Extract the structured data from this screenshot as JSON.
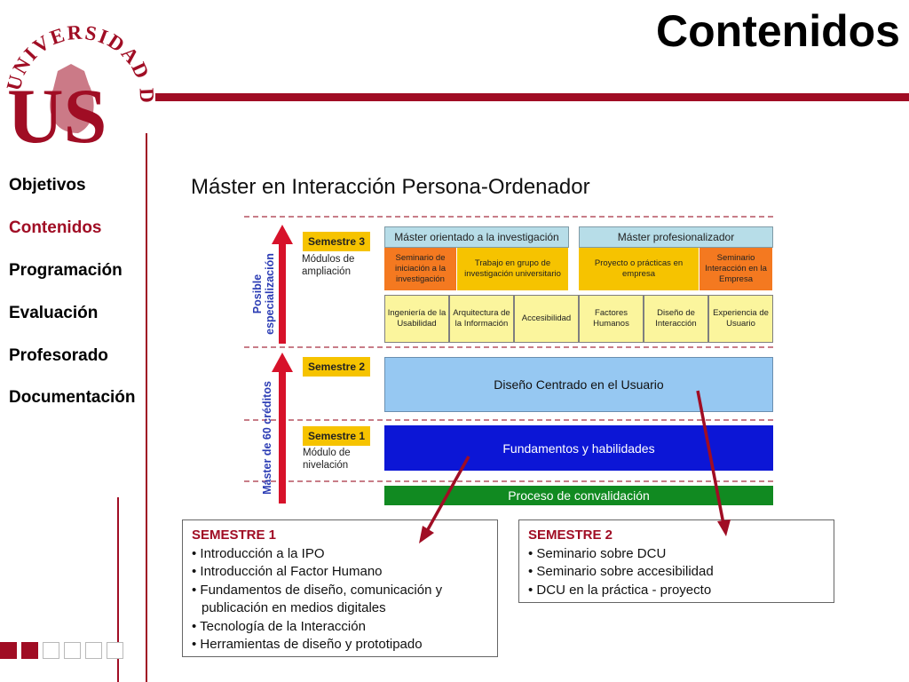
{
  "header": {
    "title": "Contenidos"
  },
  "logo": {
    "ring_text": "UNIVERSIDAD DE SEVILLA",
    "letters": "US",
    "color": "#a00d24"
  },
  "nav": {
    "items": [
      {
        "label": "Objetivos",
        "active": false
      },
      {
        "label": "Contenidos",
        "active": true
      },
      {
        "label": "Programación",
        "active": false
      },
      {
        "label": "Evaluación",
        "active": false
      },
      {
        "label": "Profesorado",
        "active": false
      },
      {
        "label": "Documentación",
        "active": false
      }
    ]
  },
  "main": {
    "subtitle": "Máster en Interacción Persona-Ordenador",
    "diagram": {
      "axis_labels": {
        "upper": [
          "Posible",
          "especialización"
        ],
        "lower": "Máster de 60 créditos"
      },
      "semesters": [
        {
          "label": "Semestre 3",
          "note": [
            "Módulos de",
            "ampliación"
          ]
        },
        {
          "label": "Semestre 2",
          "note": []
        },
        {
          "label": "Semestre 1",
          "note": [
            "Módulo de",
            "nivelación"
          ]
        }
      ],
      "tracks": {
        "investigacion": {
          "header": "Máster orientado a la investigación",
          "items": [
            "Seminario de iniciación a la investigación",
            "Trabajo en grupo de investigación universitario"
          ]
        },
        "profesional": {
          "header": "Máster profesionalizador",
          "items": [
            "Proyecto o prácticas en empresa",
            "Seminario Interacción en la Empresa"
          ]
        }
      },
      "modules": [
        "Ingeniería de la Usabilidad",
        "Arquitectura de la Información",
        "Accesibilidad",
        "Factores Humanos",
        "Diseño de Interacción",
        "Experiencia de Usuario"
      ],
      "blocks": {
        "dcu": "Diseño Centrado en el Usuario",
        "fundamentos": "Fundamentos y habilidades",
        "convalidacion": "Proceso de convalidación"
      },
      "colors": {
        "semester": "#f6c300",
        "orange": "#f47920",
        "yellow": "#f6c300",
        "light_blue": "#96c8f2",
        "blue": "#0c16d6",
        "green": "#118a21",
        "header": "#b7dde8"
      }
    },
    "panels": {
      "semestre1": {
        "heading": "SEMESTRE 1",
        "items": [
          "• Introducción a la IPO",
          "• Introducción al Factor Humano",
          "• Fundamentos de diseño, comunicación y",
          "publicación en medios digitales",
          "• Tecnología de la Interacción",
          "• Herramientas de diseño y prototipado"
        ]
      },
      "semestre2": {
        "heading": "SEMESTRE 2",
        "items": [
          "• Seminario sobre DCU",
          "• Seminario sobre accesibilidad",
          "• DCU en la práctica - proyecto"
        ]
      }
    }
  },
  "footer": {
    "progress": {
      "filled": 2,
      "total": 6
    }
  }
}
